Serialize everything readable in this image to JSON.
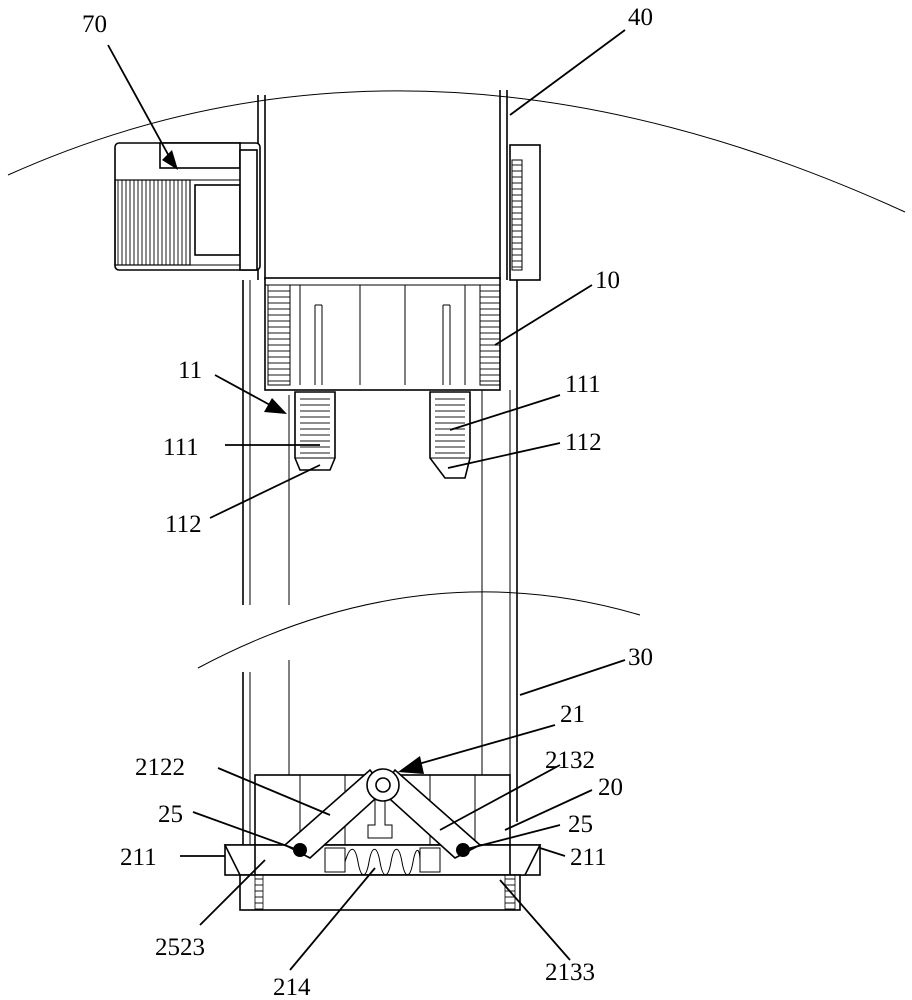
{
  "labels": {
    "l70": "70",
    "l40": "40",
    "l10": "10",
    "l11": "11",
    "l111_left": "111",
    "l111_right": "111",
    "l112_left": "112",
    "l112_right": "112",
    "l30": "30",
    "l21": "21",
    "l2122": "2122",
    "l2132": "2132",
    "l20": "20",
    "l25_left": "25",
    "l25_right": "25",
    "l211_left": "211",
    "l211_right": "211",
    "l2523": "2523",
    "l214": "214",
    "l2133": "2133"
  }
}
